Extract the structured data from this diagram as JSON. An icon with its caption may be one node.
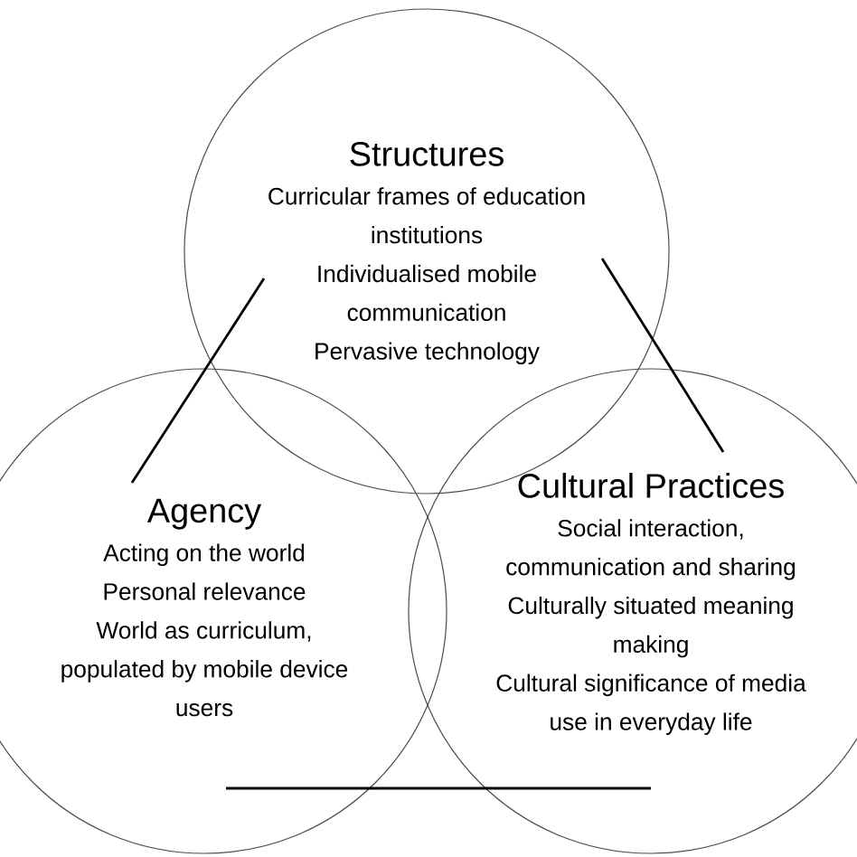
{
  "diagram": {
    "nodes": [
      {
        "text": [
          "Structures",
          "Curricular frames of education institutions",
          "Individualised mobile communication",
          "Pervasive technology"
        ]
      },
      {
        "text": [
          "Agency",
          "Acting on the world",
          "Personal relevance",
          "World as curriculum, populated by mobile device users"
        ]
      },
      {
        "text": [
          "Cultural Practices",
          "Social interaction, communication and sharing",
          "Culturally situated meaning making",
          "Cultural significance of media use in everyday life"
        ]
      }
    ],
    "edges": [
      {
        "from": 0,
        "to": 1,
        "arrow": "none"
      },
      {
        "from": 0,
        "to": 2,
        "arrow": "none"
      },
      {
        "from": 1,
        "to": 2,
        "arrow": "none"
      }
    ]
  }
}
